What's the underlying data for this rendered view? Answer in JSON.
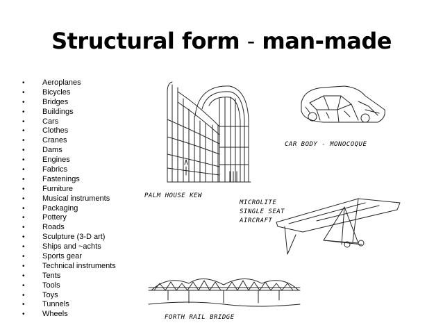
{
  "slide": {
    "title_main": "Structural form",
    "title_dash": "-",
    "title_tail": "man-made",
    "bullet_glyph": "•",
    "items": [
      "Aeroplanes",
      "Bicycles",
      "Bridges",
      "Buildings",
      "Cars",
      "Clothes",
      "Cranes",
      "Dams",
      "Engines",
      "Fabrics",
      "Fastenings",
      "Furniture",
      "Musical instruments",
      "Packaging",
      "Pottery",
      "Roads",
      "Sculpture (3-D art)",
      "Ships and ~achts",
      "Sports gear",
      "Technical instruments",
      "Tents",
      "Tools",
      "Toys",
      "Tunnels",
      "Wheels"
    ]
  },
  "sketches": {
    "palm_house": "PALM HOUSE KEW",
    "car_body": "CAR BODY - MONOCOQUE",
    "microlite_line1": "MICROLITE",
    "microlite_line2": "SINGLE SEAT",
    "microlite_line3": "AIRCRAFT",
    "bridge": "FORTH RAIL BRIDGE"
  }
}
